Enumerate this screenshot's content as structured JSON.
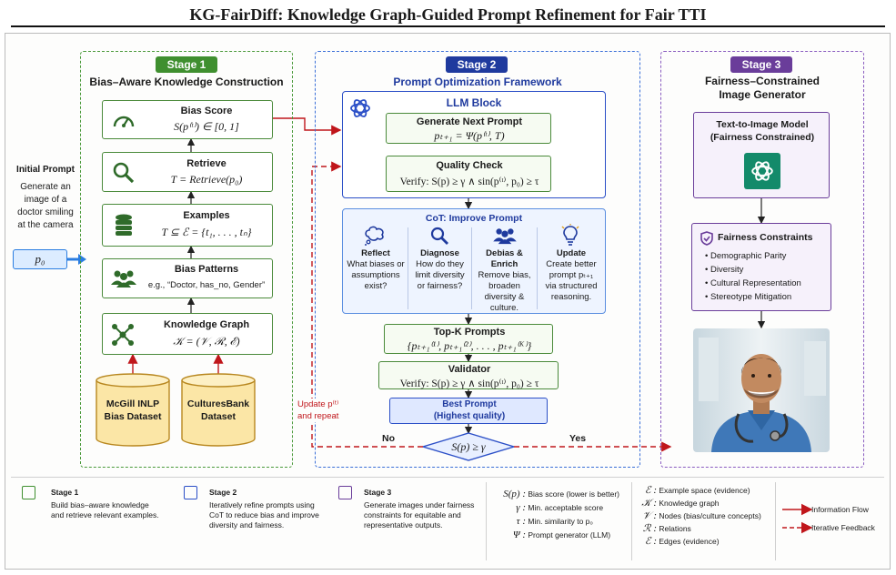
{
  "title": "KG-FairDiff: Knowledge Graph-Guided Prompt Refinement for Fair TTI",
  "colors": {
    "stage1": "#3f8f2f",
    "stage2": "#2b4fc7",
    "stage3": "#6a3d9a",
    "arrow": "#c0161b"
  },
  "input": {
    "heading": "Initial Prompt",
    "text": [
      "Generate an",
      "image of a",
      "doctor smiling",
      "at the camera"
    ],
    "token": "p₀"
  },
  "stage1": {
    "tag": "Stage 1",
    "heading": "Bias–Aware Knowledge Construction",
    "boxes": [
      {
        "title": "Bias Score",
        "formula": "S(p⁽ᵗ⁾) ∈ [0, 1]",
        "icon": "gauge-icon"
      },
      {
        "title": "Retrieve",
        "formula": "T = Retrieve(p₀)",
        "icon": "search-icon"
      },
      {
        "title": "Examples",
        "formula": "T ⊆ ℰ = {t₁, . . . , tₙ}",
        "icon": "database-icon"
      },
      {
        "title": "Bias Patterns",
        "formula": "e.g., “Doctor, has_no, Gender”",
        "icon": "people-icon"
      },
      {
        "title": "Knowledge Graph",
        "formula": "𝒦 = (𝒱, ℛ, ℰ)",
        "icon": "graph-icon"
      }
    ],
    "datasets": [
      {
        "line1": "McGill INLP",
        "line2": "Bias Dataset"
      },
      {
        "line1": "CulturesBank",
        "line2": "Dataset"
      }
    ]
  },
  "stage2": {
    "tag": "Stage 2",
    "heading": "Prompt Optimization Framework",
    "llm_block": {
      "title": "LLM Block",
      "generate_title": "Generate Next Prompt",
      "generate_formula": "pₜ₊₁ = Ψ(p⁽ᵗ⁾, T)",
      "quality_title": "Quality Check",
      "quality_formula": "Verify: S(p) ≥ γ ∧ sin(p⁽ᵗ⁾, p₀) ≥ τ"
    },
    "cot": {
      "title": "CoT: Improve Prompt",
      "steps": [
        {
          "title": "Reflect",
          "text": [
            "What biases or",
            "assumptions",
            "exist?"
          ],
          "icon": "thought-bubble-icon"
        },
        {
          "title": "Diagnose",
          "text": [
            "How do they",
            "limit diversity",
            "or fairness?"
          ],
          "icon": "magnifier-icon"
        },
        {
          "title": "Debias & Enrich",
          "text": [
            "Remove bias,",
            "broaden",
            "diversity &",
            "culture."
          ],
          "icon": "group-icon"
        },
        {
          "title": "Update",
          "text": [
            "Create better",
            "prompt pₜ₊₁",
            "via structured",
            "reasoning."
          ],
          "icon": "lightbulb-icon"
        }
      ]
    },
    "topk_title": "Top-K Prompts",
    "topk_formula": "{pₜ₊₁⁽¹⁾, pₜ₊₁⁽²⁾, . . . , pₜ₊₁⁽ᴷ⁾}",
    "validator_title": "Validator",
    "validator_formula": "Verify: S(p) ≥ γ ∧ sin(p⁽ᵗ⁾, p₀) ≥ τ",
    "best_title": "Best Prompt",
    "best_sub": "(Highest quality)",
    "decision": "S(p) ≥ γ",
    "no_label": "No",
    "yes_label": "Yes",
    "feedback_line1": "Update p⁽ᵗ⁾",
    "feedback_line2": "and repeat"
  },
  "stage3": {
    "tag": "Stage 3",
    "heading_line1": "Fairness–Constrained",
    "heading_line2": "Image Generator",
    "model_line1": "Text-to-Image Model",
    "model_line2": "(Fairness Constrained)",
    "constraints_title": "Fairness Constraints",
    "constraints": [
      "Demographic Parity",
      "Diversity",
      "Cultural Representation",
      "Stereotype Mitigation"
    ]
  },
  "legend": {
    "stages": [
      {
        "title": "Stage 1",
        "text": [
          "Build bias–aware knowledge",
          "and retrieve relevant examples."
        ]
      },
      {
        "title": "Stage 2",
        "text": [
          "Iteratively refine prompts using",
          "CoT to reduce bias and improve",
          "diversity and fairness."
        ]
      },
      {
        "title": "Stage 3",
        "text": [
          "Generate images under fairness",
          "constraints for equitable and",
          "representative outputs."
        ]
      }
    ],
    "symbols1": [
      {
        "sym": "S(p) :",
        "desc": "Bias score (lower is better)"
      },
      {
        "sym": "γ :",
        "desc": "Min. acceptable score"
      },
      {
        "sym": "τ :",
        "desc": "Min. similarity to p₀"
      },
      {
        "sym": "Ψ :",
        "desc": "Prompt generator (LLM)"
      }
    ],
    "symbols2": [
      {
        "sym": "ℰ :",
        "desc": "Example space (evidence)"
      },
      {
        "sym": "𝒦 :",
        "desc": "Knowledge graph"
      },
      {
        "sym": "𝒱 :",
        "desc": "Nodes (bias/culture concepts)"
      },
      {
        "sym": "ℛ :",
        "desc": "Relations"
      },
      {
        "sym": "ℰ :",
        "desc": "Edges (evidence)"
      }
    ],
    "flows": [
      "Information Flow",
      "Iterative Feedback"
    ]
  }
}
